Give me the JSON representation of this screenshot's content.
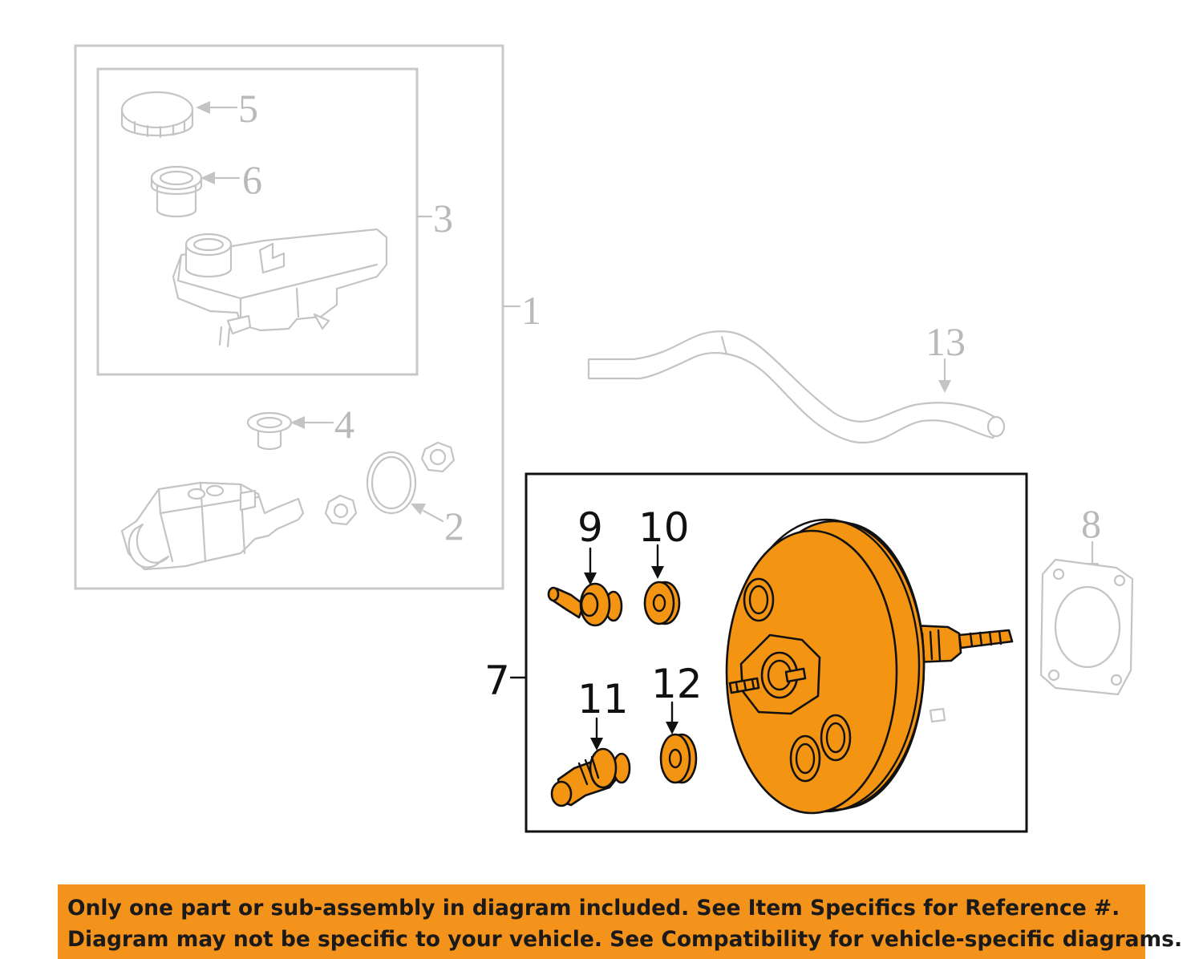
{
  "diagram": {
    "callouts": {
      "c1": "1",
      "c2": "2",
      "c3": "3",
      "c4": "4",
      "c5": "5",
      "c6": "6",
      "c7": "7",
      "c8": "8",
      "c9": "9",
      "c10": "10",
      "c11": "11",
      "c12": "12",
      "c13": "13"
    },
    "highlight_color": "#f39412",
    "ghost_color": "#c4c4c4"
  },
  "banner": {
    "line1": "Only one part or sub-assembly in diagram included. See Item Specifics for Reference #.",
    "line2": "Diagram may not be specific to your vehicle. See Compatibility for vehicle-specific diagrams.",
    "background": "#f4931c"
  }
}
